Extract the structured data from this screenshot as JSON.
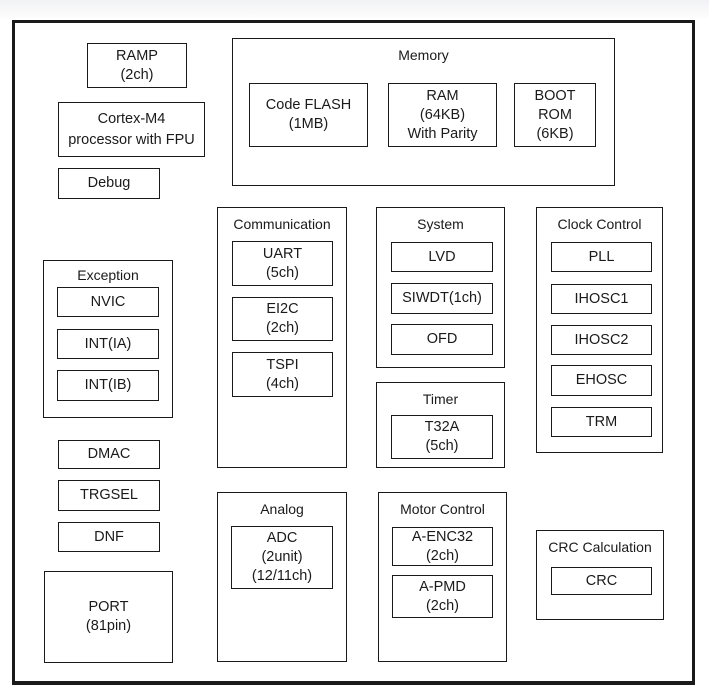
{
  "colors": {
    "line": "#1a1a1a",
    "bg": "#ffffff",
    "text": "#1a1a1a"
  },
  "cpu": {
    "ramp": "RAMP\n(2ch)",
    "cortex": "Cortex-M4\nprocessor with FPU",
    "debug": "Debug"
  },
  "memory": {
    "title": "Memory",
    "code_flash": "Code FLASH\n(1MB)",
    "ram": "RAM\n(64KB)\nWith Parity",
    "boot_rom": "BOOT\nROM\n(6KB)"
  },
  "communication": {
    "title": "Communication",
    "uart": "UART\n(5ch)",
    "ei2c": "EI2C\n(2ch)",
    "tspi": "TSPI\n(4ch)"
  },
  "system": {
    "title": "System",
    "lvd": "LVD",
    "siwdt": "SIWDT(1ch)",
    "ofd": "OFD"
  },
  "timer": {
    "title": "Timer",
    "t32a": "T32A\n(5ch)"
  },
  "clock_control": {
    "title": "Clock Control",
    "pll": "PLL",
    "ihosc1": "IHOSC1",
    "ihosc2": "IHOSC2",
    "ehosc": "EHOSC",
    "trm": "TRM"
  },
  "exception": {
    "title": "Exception",
    "nvic": "NVIC",
    "int_ia": "INT(IA)",
    "int_ib": "INT(IB)"
  },
  "dma": {
    "dmac": "DMAC",
    "trgsel": "TRGSEL",
    "dnf": "DNF"
  },
  "port": {
    "label": "PORT\n(81pin)"
  },
  "analog": {
    "title": "Analog",
    "adc": "ADC\n(2unit)\n(12/11ch)"
  },
  "motor_control": {
    "title": "Motor Control",
    "a_enc32": "A-ENC32\n(2ch)",
    "a_pmd": "A-PMD\n(2ch)"
  },
  "crc_calculation": {
    "title": "CRC Calculation",
    "crc": "CRC"
  }
}
